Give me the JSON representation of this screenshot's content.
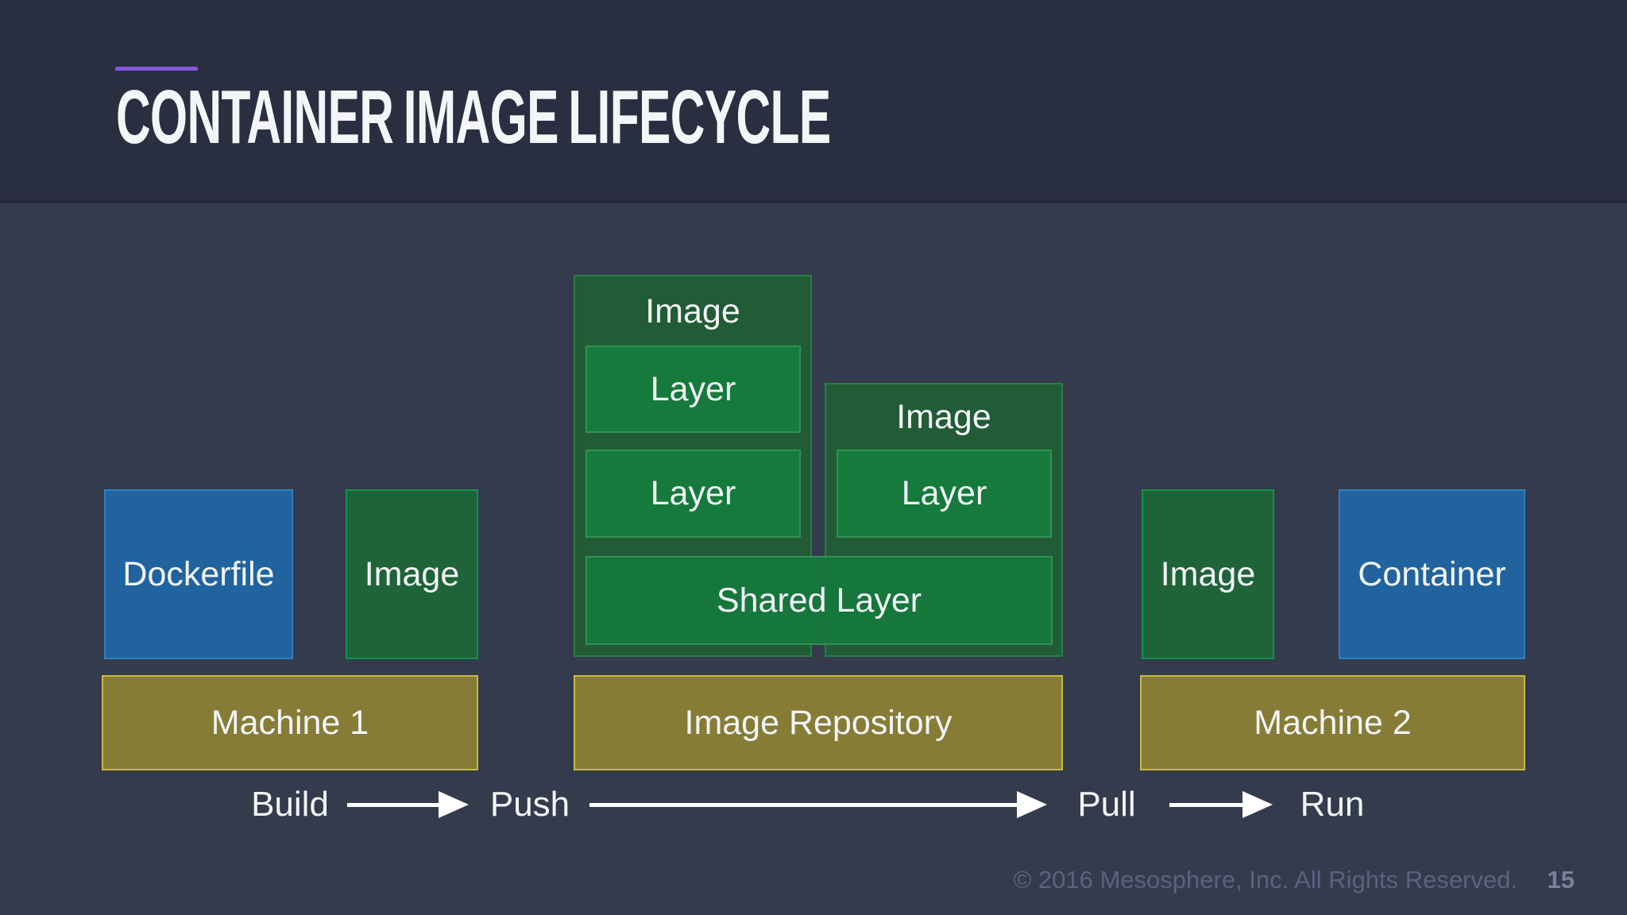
{
  "slide": {
    "title": "CONTAINER IMAGE LIFECYCLE",
    "footer_copyright": "© 2016 Mesosphere, Inc. All Rights Reserved.",
    "page_number": "15"
  },
  "colors": {
    "header_background": "#292e40",
    "body_background": "#343b4d",
    "accent_purple": "#8456e0",
    "blue_fill": "#20639f",
    "blue_border": "#2e7fc2",
    "green_fill": "#1f6339",
    "green_border": "#0f9447",
    "stack_fill": "#215c36",
    "stack_border": "#2a7d46",
    "layer_fill": "#157a3c",
    "layer_border": "#2f9153",
    "olive_fill": "#867c36",
    "olive_border": "#c9ba41",
    "text": "#f2f4f6",
    "footer_text": "#59627f",
    "arrow": "#ffffff"
  },
  "diagram": {
    "dockerfile": {
      "label": "Dockerfile"
    },
    "image_built": {
      "label": "Image"
    },
    "machine1": {
      "label": "Machine 1"
    },
    "stack_a": {
      "label": "Image",
      "layers": [
        "Layer",
        "Layer"
      ]
    },
    "stack_b": {
      "label": "Image",
      "layers": [
        "Layer"
      ]
    },
    "shared_layer": {
      "label": "Shared Layer"
    },
    "repository": {
      "label": "Image Repository"
    },
    "image_pulled": {
      "label": "Image"
    },
    "container": {
      "label": "Container"
    },
    "machine2": {
      "label": "Machine 2"
    },
    "flow": {
      "build": "Build",
      "push": "Push",
      "pull": "Pull",
      "run": "Run"
    }
  }
}
